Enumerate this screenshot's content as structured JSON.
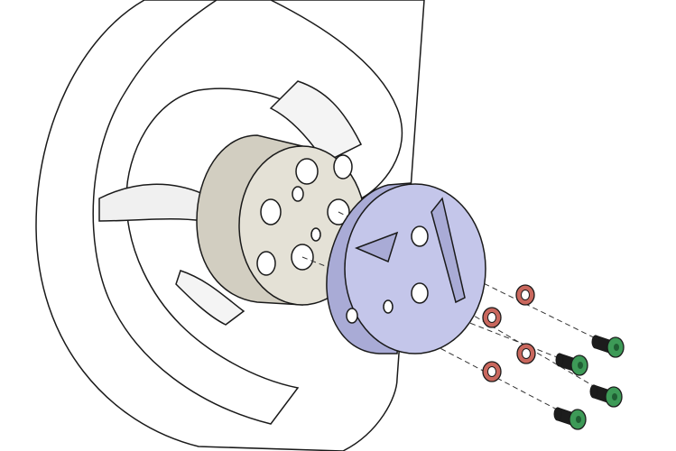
{
  "diagram": {
    "parts": [
      {
        "id": "steering-wheel"
      },
      {
        "id": "hub-boss"
      },
      {
        "id": "adapter-plate"
      },
      {
        "id": "washers",
        "count": 4
      },
      {
        "id": "screws",
        "count": 4
      }
    ],
    "colors": {
      "outline": "#1a1a1a",
      "wheel": "#ffffff",
      "hub": "#e4e1d6",
      "hub_side": "#d2cec1",
      "adapter": "#c4c6ea",
      "adapter_side": "#a9abd6",
      "washer": "#c9675d",
      "screw_head": "#3d9a57",
      "screw_body": "#1c1c1c"
    }
  }
}
